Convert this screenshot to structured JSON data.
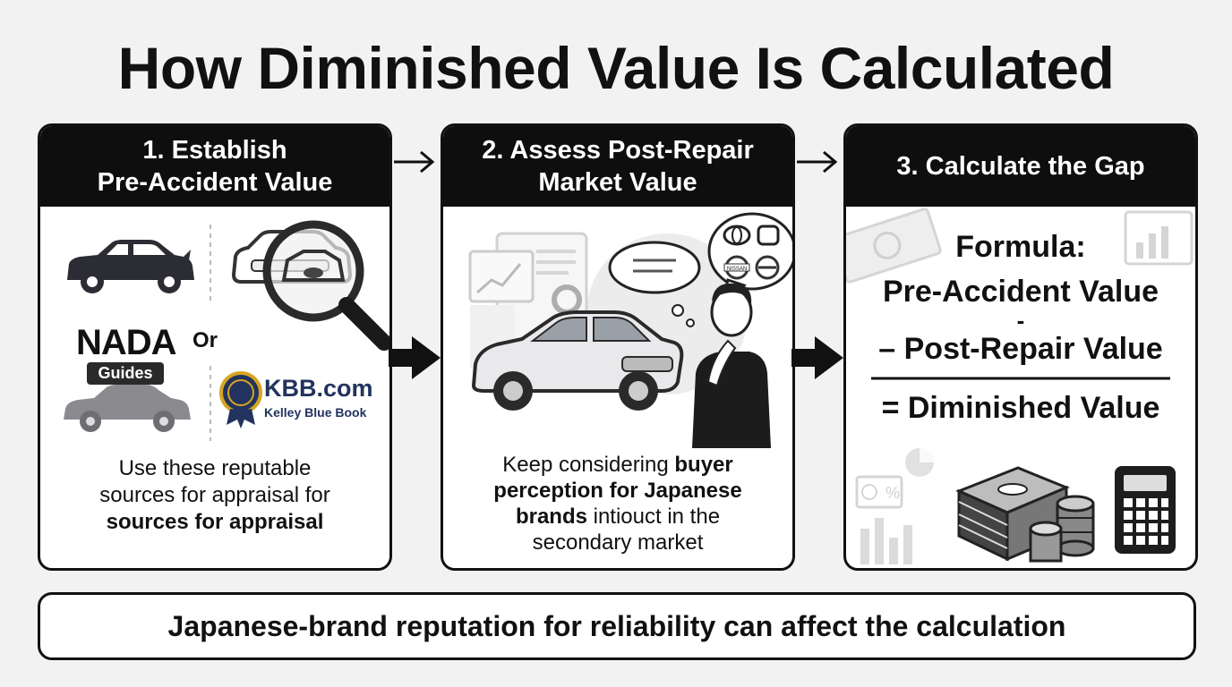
{
  "title": "How Diminished Value Is Calculated",
  "steps": [
    {
      "line1": "1. Establish",
      "line2": "Pre-Accident Value"
    },
    {
      "line1": "2. Assess Post-Repair",
      "line2": "Market Value"
    },
    {
      "line1": "3. Calculate the Gap"
    }
  ],
  "step1": {
    "nada_big": "NADA",
    "nada_sub": "Guides",
    "or": "Or",
    "kbb_big": "KBB.com",
    "kbb_sub": "Kelley Blue Book",
    "caption_line1": "Use these reputable",
    "caption_line2": "sources for appraisal for",
    "caption_line3": "sources for appraisal"
  },
  "step2": {
    "caption_pre": "Keep considering ",
    "caption_bold1": "buyer",
    "caption_bold2": "perception for Japanese",
    "caption_bold3": "brands",
    "caption_post": " intiouct in the",
    "caption_line4": "secondary market",
    "logo_text": "NISSAN"
  },
  "step3": {
    "formula_label": "Formula:",
    "term1": "Pre-Accident Value",
    "minus": "-",
    "term2": "– Post-Repair Value",
    "result": "= Diminished Value",
    "percent_symbol": "%"
  },
  "footer": "Japanese-brand reputation for reliability can affect the calculation",
  "colors": {
    "ink": "#111111",
    "panel_header": "#0e0e0e",
    "kbb_navy": "#22335f"
  }
}
